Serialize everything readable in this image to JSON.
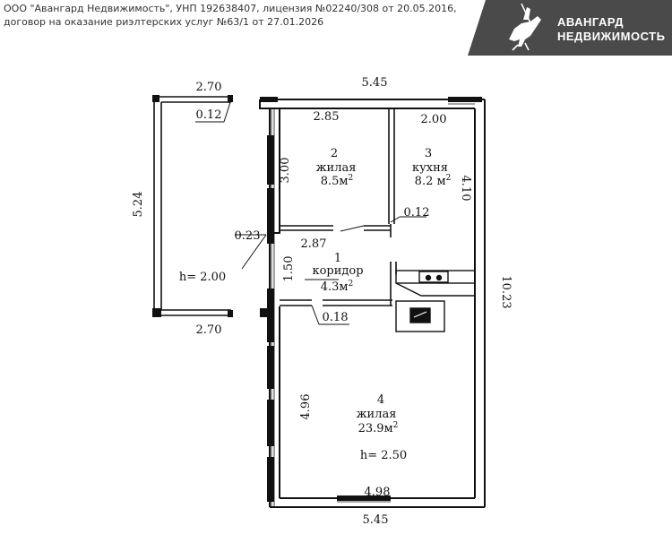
{
  "header": {
    "line1": "ООО \"Авангард Недвижимость\", УНП 192638407, лицензия №02240/308 от 20.05.2016,",
    "line2": "договор на оказание риэлтерских услуг №63/1 от 27.01.2026"
  },
  "brand": {
    "line1": "АВАНГАРД",
    "line2": "НЕДВИЖИМОСТЬ",
    "bg_color": "#4a4a4a",
    "icon": "knight-on-horse-logo"
  },
  "plan": {
    "rooms": [
      {
        "number": "2",
        "type": "жилая",
        "area": "8.5м",
        "sup": "2"
      },
      {
        "number": "3",
        "type": "кухня",
        "area": "8.2 м",
        "sup": "2"
      },
      {
        "number": "1",
        "type": "коридор",
        "area": "4.3м",
        "sup": "2"
      },
      {
        "number": "4",
        "type": "жилая",
        "area": "23.9м",
        "sup": "2"
      }
    ],
    "heights": {
      "veranda": "h= 2.00",
      "house": "h= 2.50"
    },
    "dims": {
      "top_total": "5.45",
      "bottom_total": "5.45",
      "bottom_inner": "4.98",
      "right_total": "10.23",
      "room2_width": "2.85",
      "room2_height": "3.00",
      "room3_width": "2.00",
      "room3_height": "4.10",
      "corridor_width": "2.87",
      "corridor_height": "1.50",
      "room4_height": "4.96",
      "veranda_top": "2.70",
      "veranda_bottom": "2.70",
      "veranda_side": "5.24",
      "veranda_wall": "0.12",
      "wall_023": "0.23",
      "partition_012": "0.12",
      "partition_018": "0.18"
    }
  }
}
